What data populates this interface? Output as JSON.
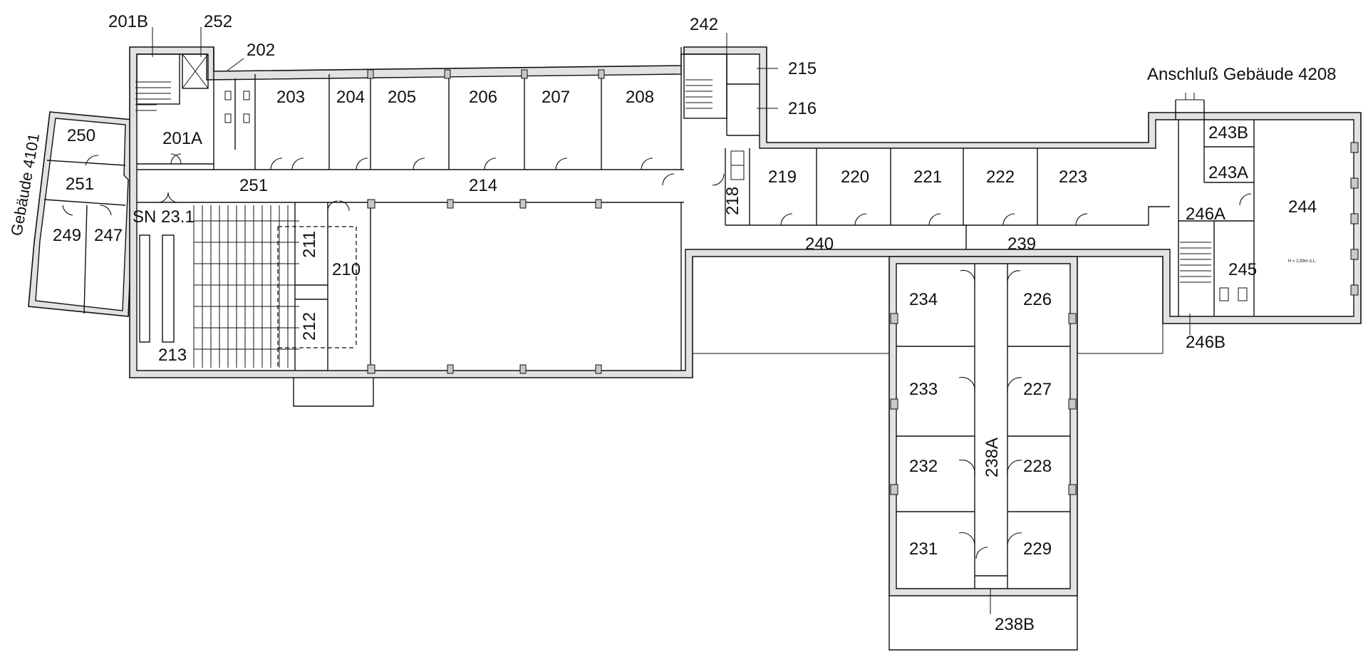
{
  "rooms": {
    "r201B": "201B",
    "r252": "252",
    "r202": "202",
    "r203": "203",
    "r204": "204",
    "r205": "205",
    "r206": "206",
    "r207": "207",
    "r208": "208",
    "r242": "242",
    "r215": "215",
    "r216": "216",
    "r201A": "201A",
    "r250": "250",
    "r251_west": "251",
    "r251_hall": "251",
    "r214": "214",
    "r249": "249",
    "r247": "247",
    "sn231": "SN 23.1",
    "r211": "211",
    "r210": "210",
    "r212": "212",
    "r213": "213",
    "r218": "218",
    "r219": "219",
    "r220": "220",
    "r221": "221",
    "r222": "222",
    "r223": "223",
    "r240": "240",
    "r239": "239",
    "r243B": "243B",
    "r243A": "243A",
    "r246A": "246A",
    "r244": "244",
    "r245": "245",
    "r246B": "246B",
    "r234": "234",
    "r226": "226",
    "r233": "233",
    "r227": "227",
    "r232": "232",
    "r238A": "238A",
    "r228": "228",
    "r231": "231",
    "r229": "229",
    "r238B": "238B"
  },
  "annotations": {
    "connection_4208": "Anschluß Gebäude 4208",
    "building_4101": "Gebäude 4101",
    "height_note": "H = 2,99m ü.L."
  }
}
